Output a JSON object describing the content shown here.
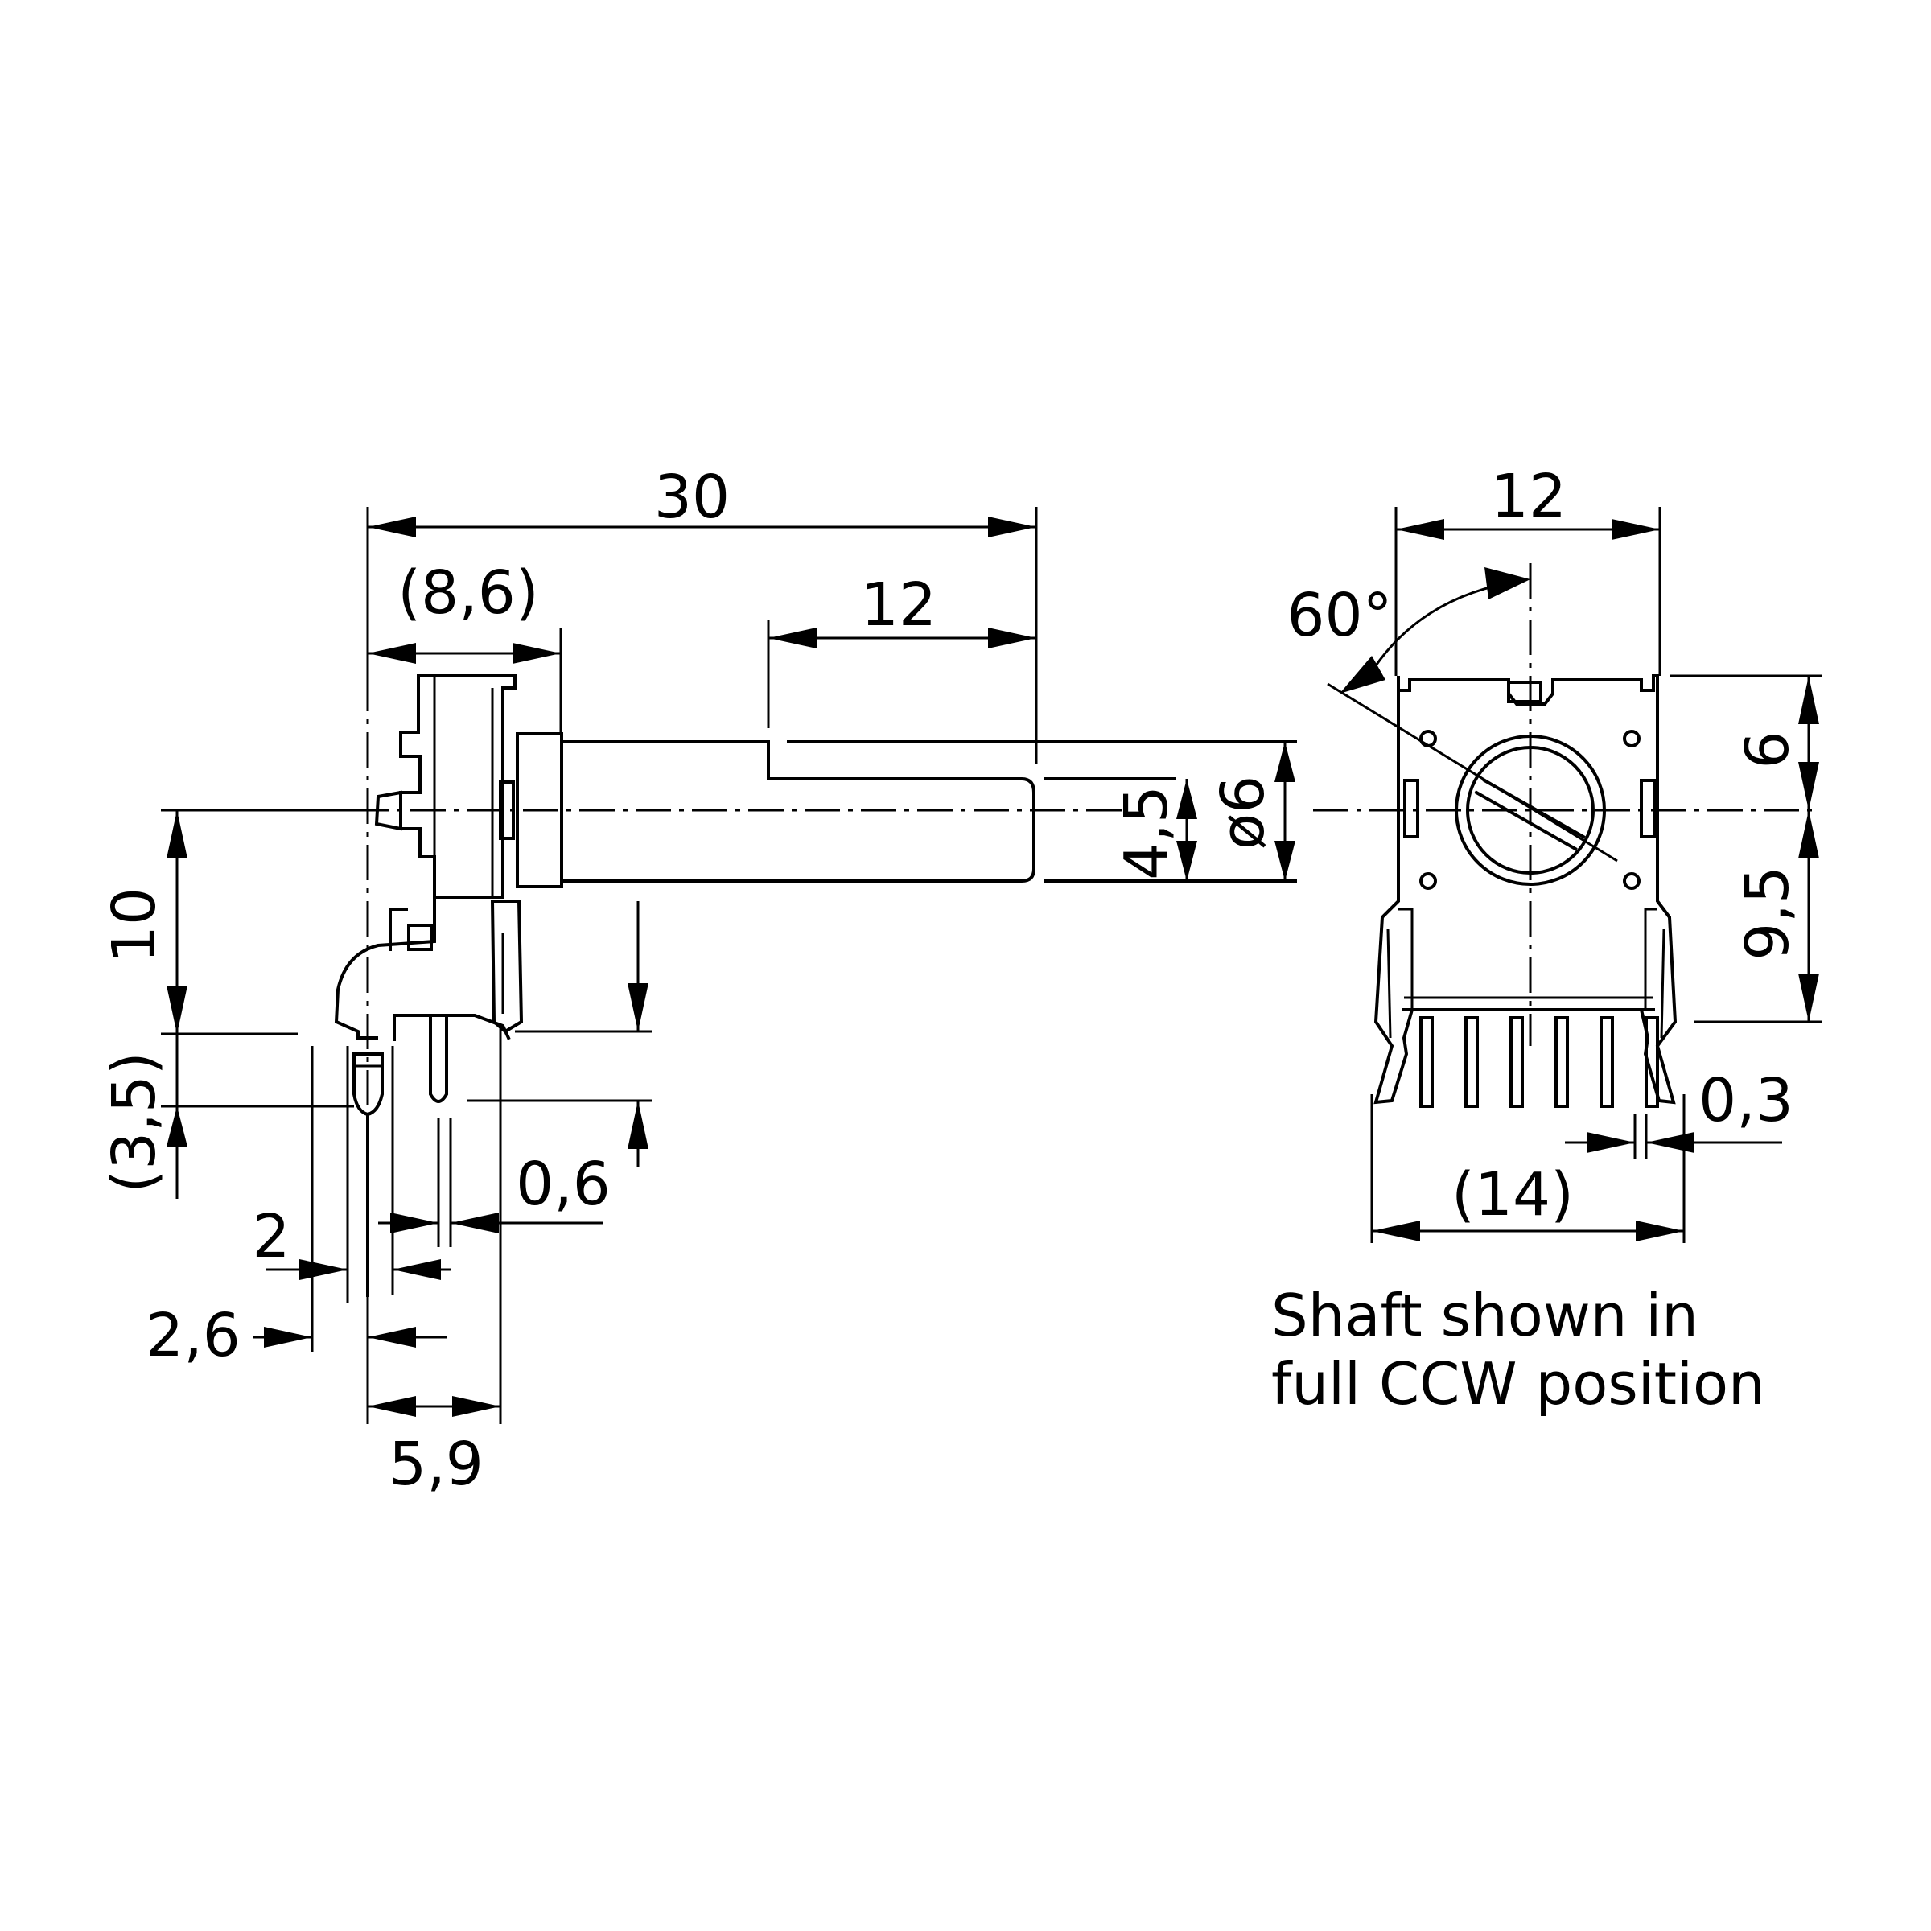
{
  "side_view": {
    "dims": {
      "overall_length": "30",
      "body_depth": "(8,6)",
      "flat_length": "12",
      "flat_width": "4,5",
      "shaft_diameter": "ø6",
      "axis_height": "10",
      "standoff": "(3,5)",
      "pin_width": "0,6",
      "pin_pitch": "2",
      "mount_pitch": "2,6",
      "pin_row_offset": "5,9"
    }
  },
  "front_view": {
    "dims": {
      "width": "12",
      "angle": "60°",
      "top_to_axis": "6",
      "axis_to_base": "9,5",
      "bracket_thickness": "0,3",
      "bracket_span": "(14)"
    },
    "note_line1": "Shaft shown in",
    "note_line2": "full CCW position"
  }
}
